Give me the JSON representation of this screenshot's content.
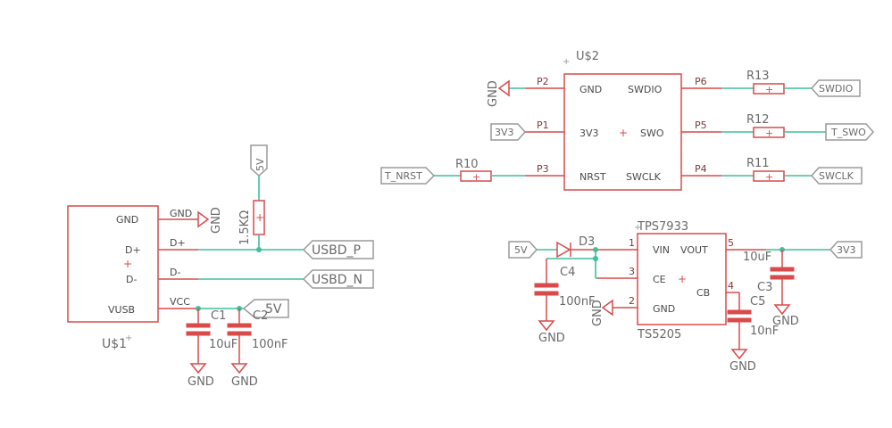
{
  "usb_connector": {
    "name": "U$1",
    "pins": [
      "GND",
      "D+",
      "D-",
      "VUSB"
    ],
    "net_labels": [
      "GND",
      "D+",
      "D-",
      "VCC"
    ]
  },
  "swd_header": {
    "name": "U$2",
    "left_pins": [
      "GND",
      "3V3",
      "NRST"
    ],
    "right_pins": [
      "SWDIO",
      "SWO",
      "SWCLK"
    ],
    "left_pin_numbers": [
      "P2",
      "P1",
      "P3"
    ],
    "right_pin_numbers": [
      "P6",
      "P5",
      "P4"
    ]
  },
  "regulator": {
    "name": "TPS7933",
    "value": "TS5205",
    "pins": [
      "VIN",
      "CE",
      "GND",
      "VOUT",
      "CB"
    ],
    "pin_numbers": [
      "1",
      "3",
      "2",
      "5",
      "4"
    ]
  },
  "resistors": {
    "r_pullup": {
      "name": "",
      "value": "1.5KΩ"
    },
    "r10": {
      "name": "R10"
    },
    "r11": {
      "name": "R11"
    },
    "r12": {
      "name": "R12"
    },
    "r13": {
      "name": "R13"
    }
  },
  "capacitors": {
    "c1": {
      "name": "C1",
      "value": "10uF"
    },
    "c2": {
      "name": "C2",
      "value": "100nF"
    },
    "c3": {
      "name": "C3",
      "value": "10uF"
    },
    "c4": {
      "name": "C4",
      "value": "100nF"
    },
    "c5": {
      "name": "C5",
      "value": "10nF"
    }
  },
  "diode": {
    "name": "D3"
  },
  "nets": {
    "gnd": "GND",
    "v5": "5V",
    "v3v3": "3V3",
    "usbd_p": "USBD_P",
    "usbd_n": "USBD_N",
    "swdio": "SWDIO",
    "swo": "T_SWO",
    "swclk": "SWCLK",
    "t_nrst": "T_NRST"
  },
  "colors": {
    "component": "#d94a4a",
    "wire": "#3fbf9c",
    "label": "#6a6a6a",
    "flag_outline": "#9a9a9a"
  }
}
